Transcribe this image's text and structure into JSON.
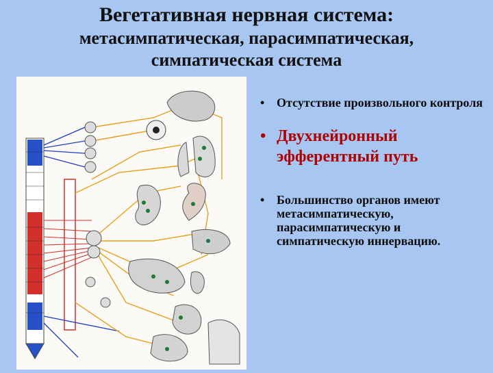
{
  "title": {
    "line1": "Вегетативная нервная система:",
    "line2": "метасимпатическая,  парасимпатическая,",
    "line3": "симпатическая система"
  },
  "bullets": [
    {
      "text": "Отсутствие произвольного контроля"
    },
    {
      "text": "Двухнейронный эфферентный путь"
    },
    {
      "text": "Большинство органов имеют метасимпатическую, парасимпатическую и симпатическую иннервацию."
    }
  ],
  "colors": {
    "background": "#a7c7f2",
    "accent": "#b00000",
    "sympathetic": "#d81c1c",
    "parasympathetic": "#1c3fbf",
    "nerve_lines": "#e8a01c"
  }
}
